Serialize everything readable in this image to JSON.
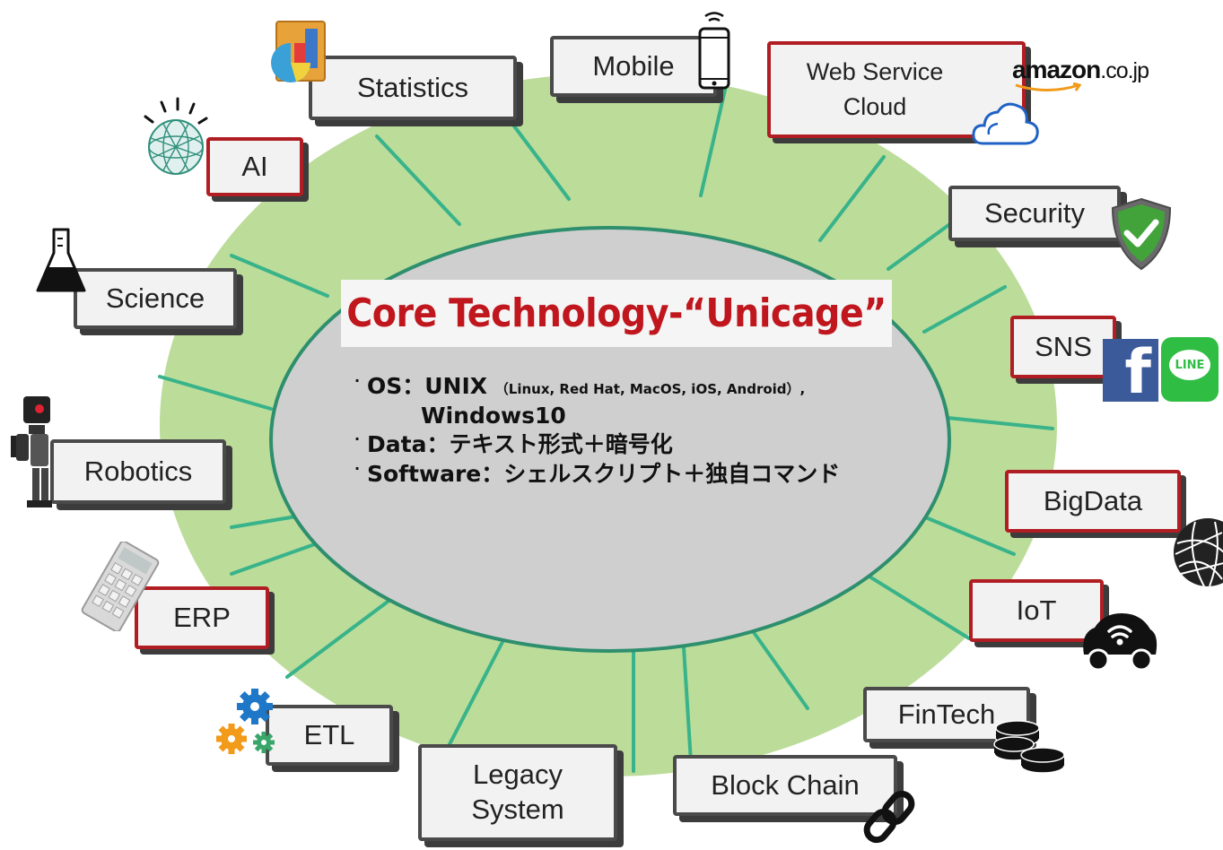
{
  "core": {
    "title": "Core Technology-“Unicage”",
    "line1_main": "OS：UNIX",
    "line1_detail": "（Linux, Red Hat, MacOS, iOS, Android）,",
    "line1_cont": "Windows10",
    "line2": "Data：テキスト形式＋暗号化",
    "line3": "Software：シェルスクリプト＋独自コマンド",
    "bullet": "·"
  },
  "nodes": {
    "statistics": "Statistics",
    "mobile": "Mobile",
    "web_service_line1": "Web Service",
    "web_service_line2": "Cloud",
    "ai": "AI",
    "security": "Security",
    "science": "Science",
    "sns": "SNS",
    "robotics": "Robotics",
    "bigdata": "BigData",
    "erp": "ERP",
    "iot": "IoT",
    "etl": "ETL",
    "fintech": "FinTech",
    "legacy_line1": "Legacy",
    "legacy_line2": "System",
    "block_chain": "Block Chain"
  },
  "logos": {
    "amazon_main": "amazon",
    "amazon_tld": ".co.jp",
    "line": "LINE",
    "facebook": "f"
  },
  "colors": {
    "ring_fill": "#bcdc9a",
    "ring_stroke": "#2e8f6e",
    "spoke": "#38b38a",
    "core_fill": "#cfcfcf",
    "title_red": "#c0161d",
    "box_red_border": "#b01e23"
  },
  "icons": [
    "pie-chart-icon",
    "smartphone-icon",
    "cloud-icon",
    "globe-icon",
    "shield-check-icon",
    "flask-icon",
    "facebook-icon",
    "line-icon",
    "robot-icon",
    "globe-network-icon",
    "calculator-icon",
    "connected-car-icon",
    "gears-icon",
    "coins-icon",
    "chain-link-icon"
  ]
}
